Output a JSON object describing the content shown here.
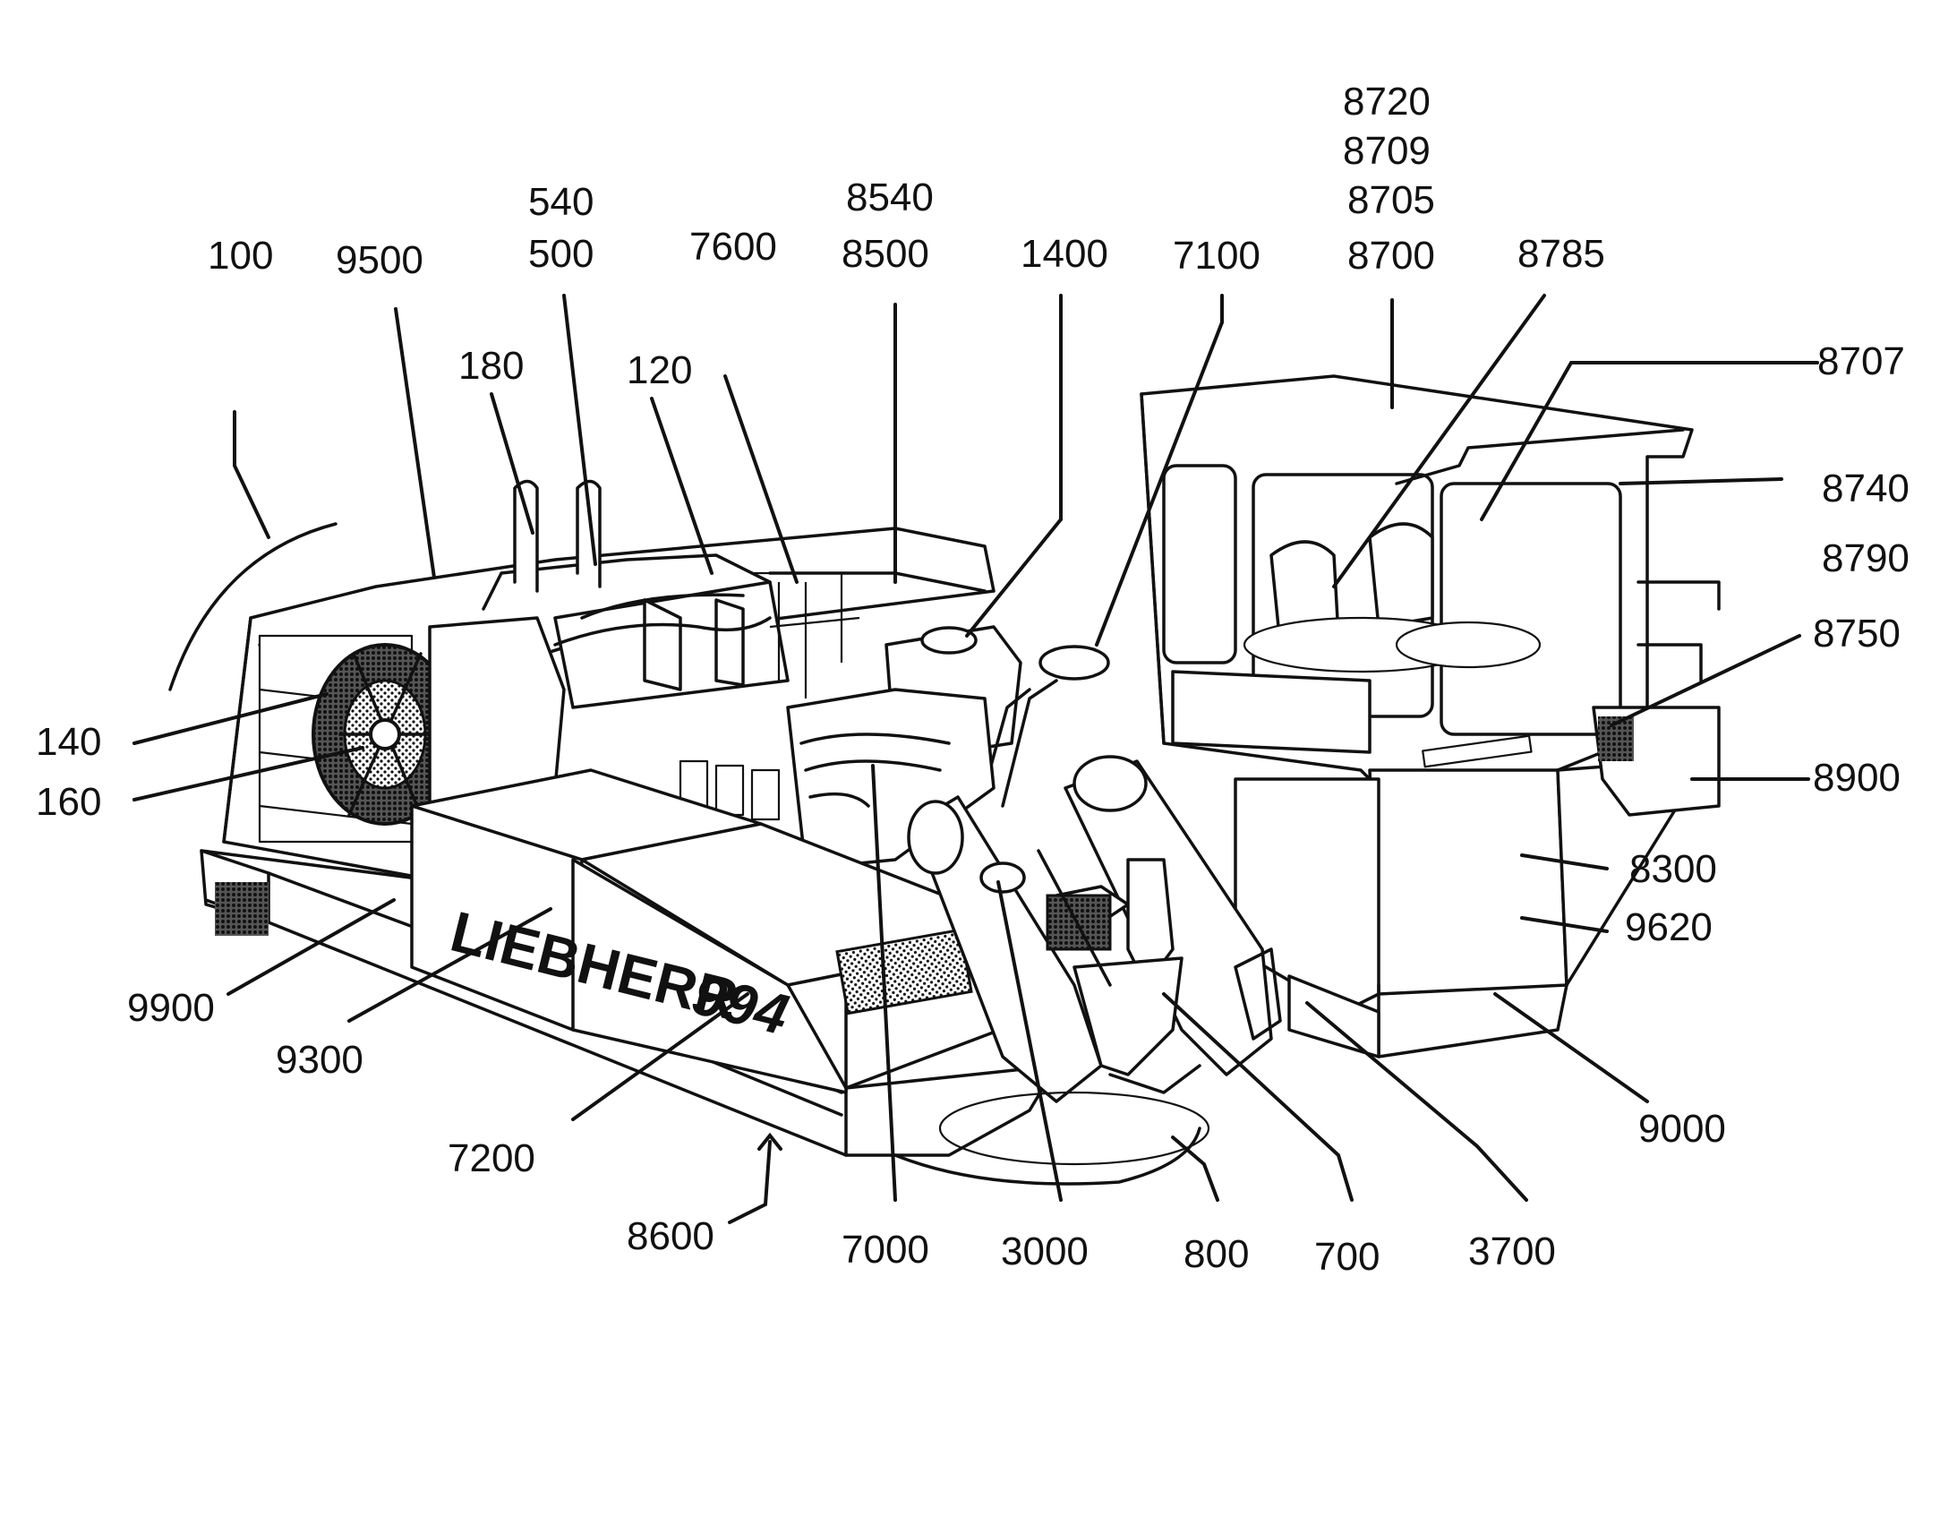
{
  "figure": {
    "brand_text": "LIEBHERR",
    "model_text": "994"
  },
  "labels": [
    {
      "id": "100",
      "text": "100"
    },
    {
      "id": "9500",
      "text": "9500"
    },
    {
      "id": "540",
      "text": "540"
    },
    {
      "id": "500",
      "text": "500"
    },
    {
      "id": "7600",
      "text": "7600"
    },
    {
      "id": "8540",
      "text": "8540"
    },
    {
      "id": "8500",
      "text": "8500"
    },
    {
      "id": "1400",
      "text": "1400"
    },
    {
      "id": "7100",
      "text": "7100"
    },
    {
      "id": "8720",
      "text": "8720"
    },
    {
      "id": "8709",
      "text": "8709"
    },
    {
      "id": "8705",
      "text": "8705"
    },
    {
      "id": "8700",
      "text": "8700"
    },
    {
      "id": "8785",
      "text": "8785"
    },
    {
      "id": "180",
      "text": "180"
    },
    {
      "id": "120",
      "text": "120"
    },
    {
      "id": "8707",
      "text": "8707"
    },
    {
      "id": "8740",
      "text": "8740"
    },
    {
      "id": "8790",
      "text": "8790"
    },
    {
      "id": "8750",
      "text": "8750"
    },
    {
      "id": "140",
      "text": "140"
    },
    {
      "id": "160",
      "text": "160"
    },
    {
      "id": "8900",
      "text": "8900"
    },
    {
      "id": "8300",
      "text": "8300"
    },
    {
      "id": "9620",
      "text": "9620"
    },
    {
      "id": "9900",
      "text": "9900"
    },
    {
      "id": "9300",
      "text": "9300"
    },
    {
      "id": "9000",
      "text": "9000"
    },
    {
      "id": "7200",
      "text": "7200"
    },
    {
      "id": "8600",
      "text": "8600"
    },
    {
      "id": "7000",
      "text": "7000"
    },
    {
      "id": "3000",
      "text": "3000"
    },
    {
      "id": "800",
      "text": "800"
    },
    {
      "id": "700",
      "text": "700"
    },
    {
      "id": "3700",
      "text": "3700"
    }
  ]
}
